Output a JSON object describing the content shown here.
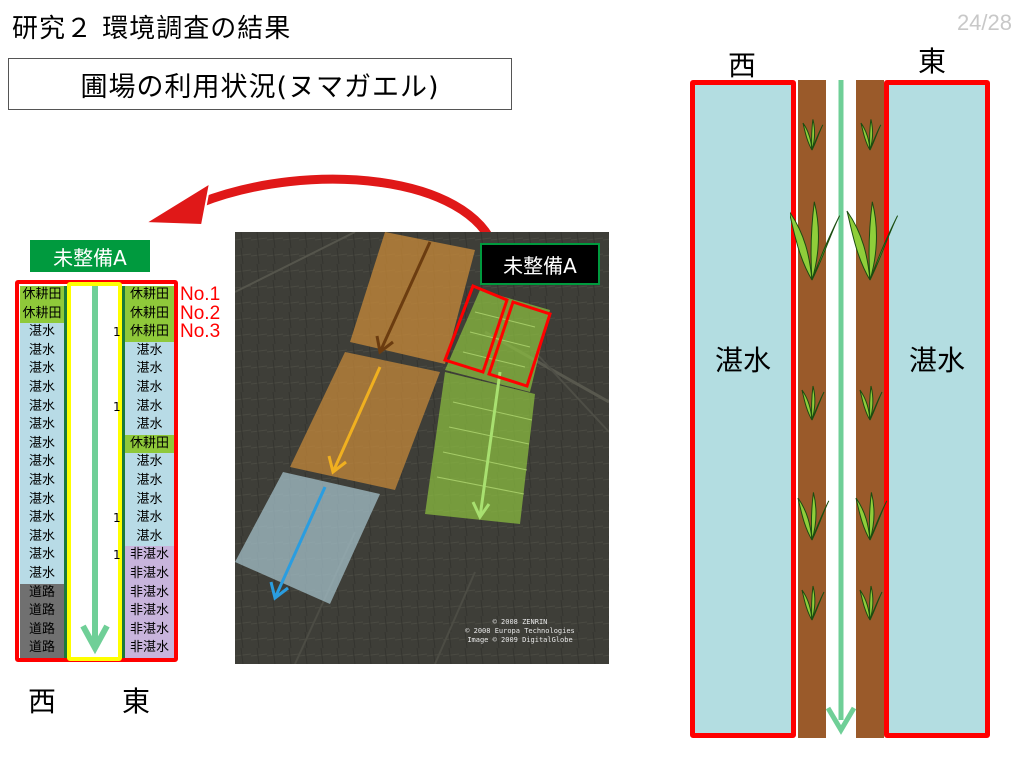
{
  "header": {
    "title": "研究２ 環境調査の結果",
    "page_indicator": "24/28",
    "subtitle": "圃場の利用状況(ヌマガエル)"
  },
  "table_diagram": {
    "label": "未整備A",
    "west_label": "西",
    "east_label": "東",
    "row_numbers": [
      "No.1",
      "No.2",
      "No.3"
    ],
    "west_column": [
      "休耕田",
      "休耕田",
      "湛水",
      "湛水",
      "湛水",
      "湛水",
      "湛水",
      "湛水",
      "湛水",
      "湛水",
      "湛水",
      "湛水",
      "湛水",
      "湛水",
      "湛水",
      "湛水",
      "道路",
      "道路",
      "道路",
      "道路"
    ],
    "east_column": [
      "休耕田",
      "休耕田",
      "休耕田",
      "湛水",
      "湛水",
      "湛水",
      "湛水",
      "湛水",
      "休耕田",
      "湛水",
      "湛水",
      "湛水",
      "湛水",
      "湛水",
      "非湛水",
      "非湛水",
      "非湛水",
      "非湛水",
      "非湛水",
      "非湛水"
    ],
    "counts": [
      {
        "row": 2,
        "value": "1"
      },
      {
        "row": 6,
        "value": "1"
      },
      {
        "row": 12,
        "value": "1"
      },
      {
        "row": 14,
        "value": "1"
      }
    ],
    "colors": {
      "fallow": "#8fc93a",
      "flooded": "#b8dbe6",
      "non_flooded": "#c8b4dc",
      "road": "#707070",
      "border_red": "#ff0000",
      "border_yellow": "#ffff00",
      "arrow": "#6fcf97"
    }
  },
  "aerial_photo": {
    "label": "未整備A",
    "credit_lines": [
      "© 2008 ZENRIN",
      "© 2008 Europa Technologies",
      "Image © 2009 DigitalGlobe"
    ]
  },
  "schematic": {
    "west_label": "西",
    "east_label": "東",
    "left_field": "湛水",
    "right_field": "湛水"
  }
}
